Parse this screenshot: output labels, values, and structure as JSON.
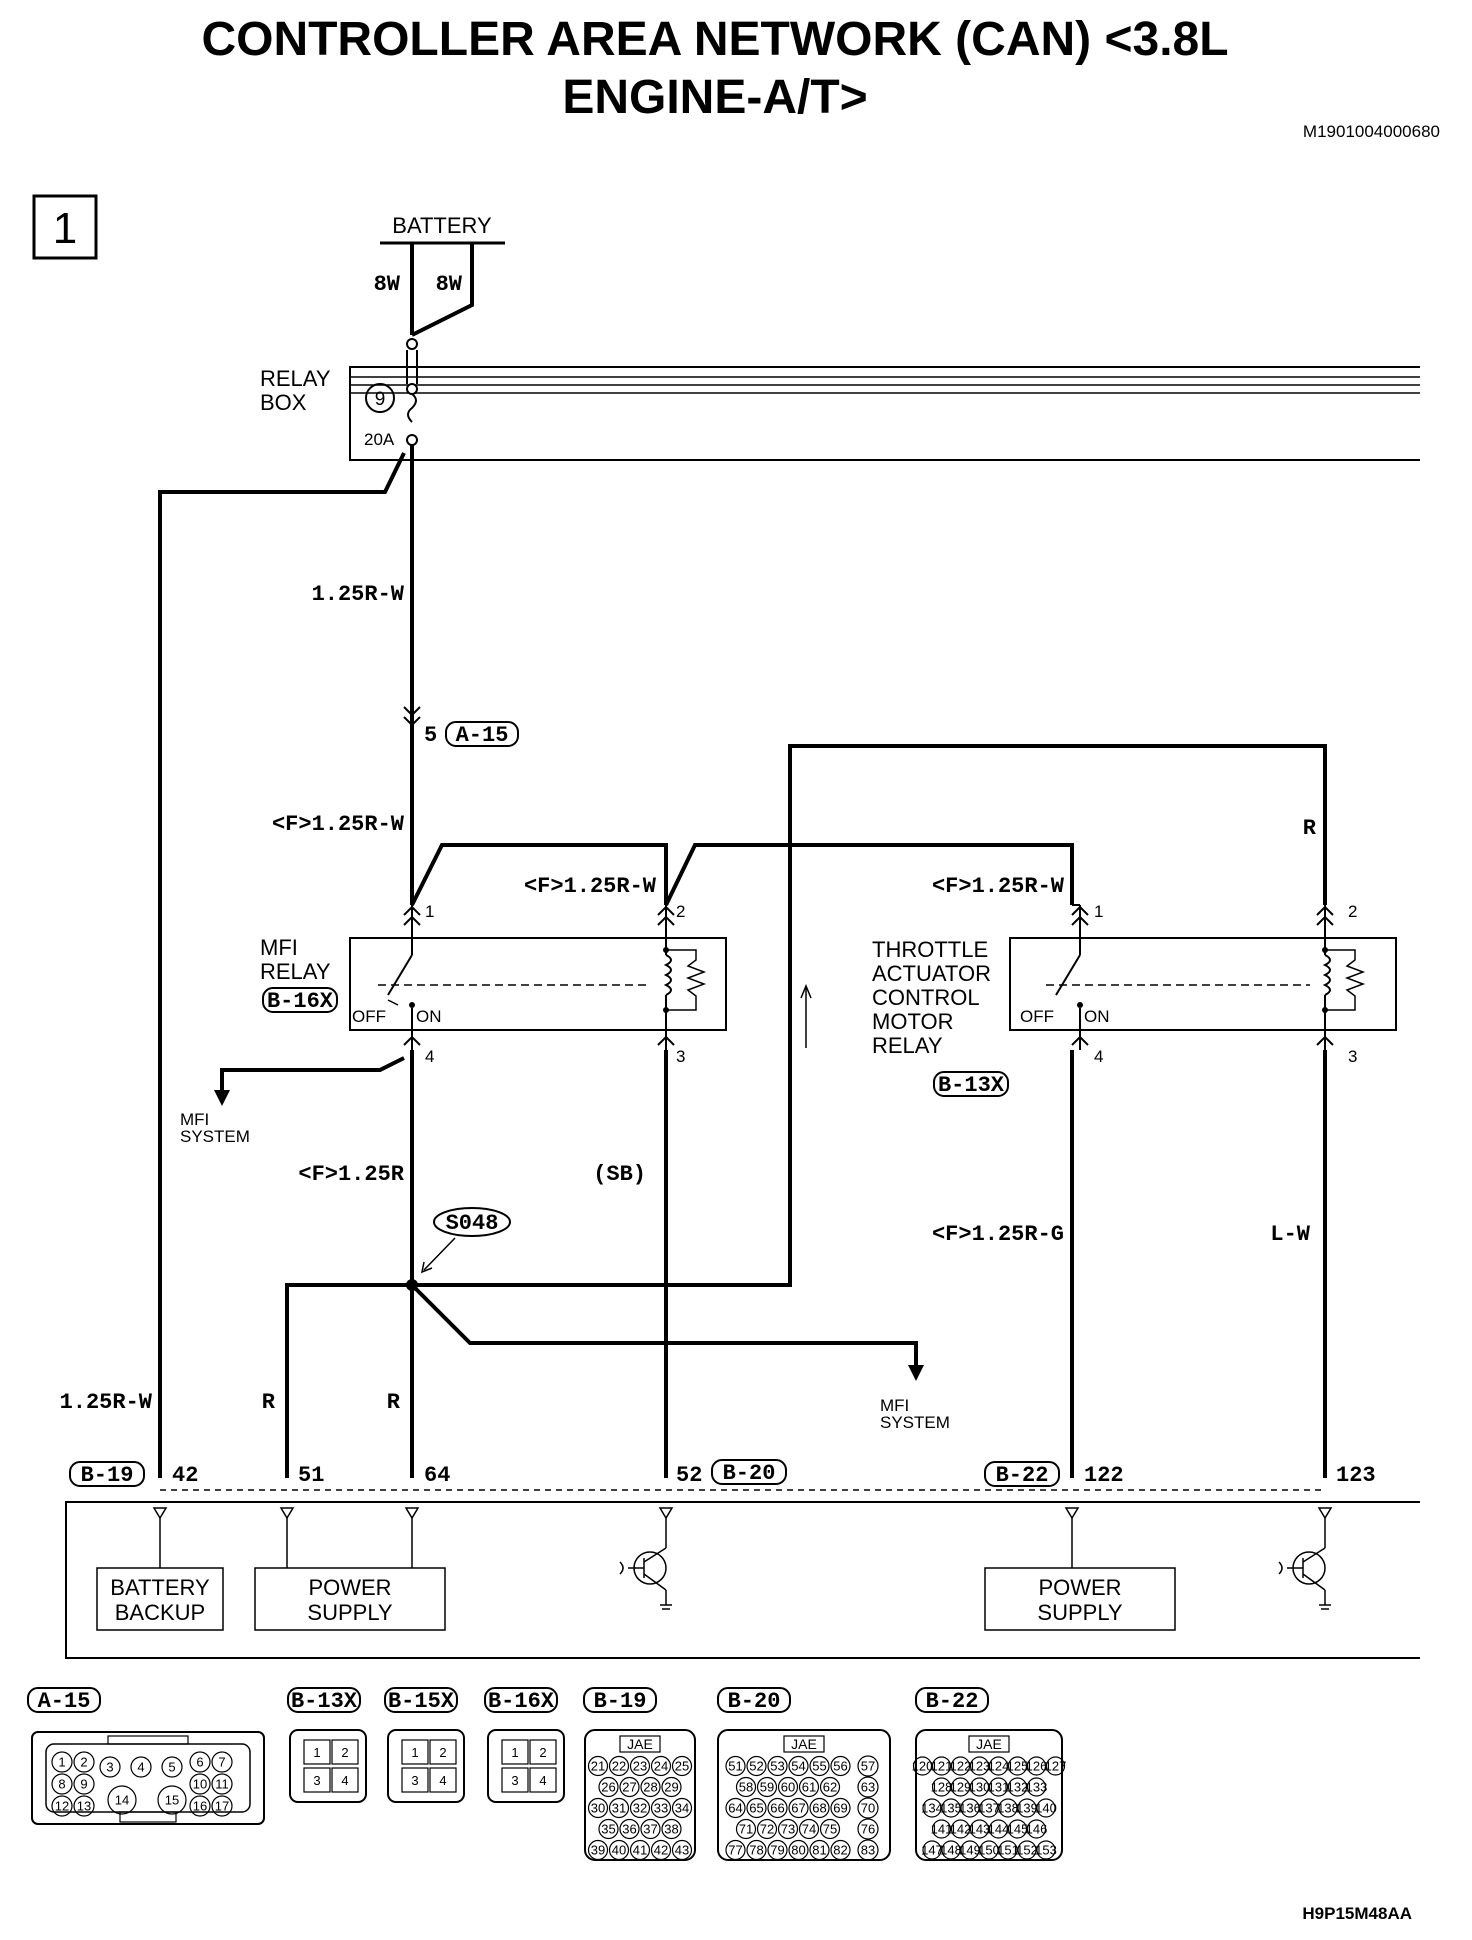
{
  "title_line1": "CONTROLLER AREA NETWORK (CAN) <3.8L",
  "title_line2": "ENGINE-A/T>",
  "doc_id": "M1901004000680",
  "footer_id": "H9P15M48AA",
  "page_number": "1",
  "battery": {
    "label": "BATTERY",
    "wire_left": "8W",
    "wire_right": "8W"
  },
  "relay_box": {
    "label_line1": "RELAY",
    "label_line2": "BOX",
    "fuse_number": "9",
    "fuse_rating": "20A"
  },
  "wires": {
    "main_feed": "1.25R-W",
    "connector_pin": "5",
    "connector_a15": "A-15",
    "mfi_pin1_wire": "<F>1.25R-W",
    "mfi_pin2_wire": "<F>1.25R-W",
    "tac_pin1_wire": "<F>1.25R-W",
    "tac_pin2_wire": "R",
    "mfi_out_wire": "<F>1.25R",
    "mfi_coil_out_wire": "(SB)",
    "tac_out_wire": "<F>1.25R-G",
    "tac_coil_out_wire": "L-W",
    "backup_wire": "1.25R-W",
    "branch_r1": "R",
    "branch_r2": "R"
  },
  "mfi_relay": {
    "label_line1": "MFI",
    "label_line2": "RELAY",
    "connector": "B-16X",
    "pin1": "1",
    "pin2": "2",
    "pin3": "3",
    "pin4": "4",
    "off": "OFF",
    "on": "ON"
  },
  "tac_relay": {
    "label_line1": "THROTTLE",
    "label_line2": "ACTUATOR",
    "label_line3": "CONTROL",
    "label_line4": "MOTOR",
    "label_line5": "RELAY",
    "connector": "B-13X",
    "pin1": "1",
    "pin2": "2",
    "pin3": "3",
    "pin4": "4",
    "off": "OFF",
    "on": "ON"
  },
  "mfi_system_1": {
    "line1": "MFI",
    "line2": "SYSTEM"
  },
  "mfi_system_2": {
    "line1": "MFI",
    "line2": "SYSTEM"
  },
  "splice": "S048",
  "ecu": {
    "connector_b19": "B-19",
    "connector_b20": "B-20",
    "connector_b22": "B-22",
    "pin_42": "42",
    "pin_51": "51",
    "pin_64": "64",
    "pin_52": "52",
    "pin_122": "122",
    "pin_123": "123",
    "battery_backup_line1": "BATTERY",
    "battery_backup_line2": "BACKUP",
    "power_supply1_line1": "POWER",
    "power_supply1_line2": "SUPPLY",
    "power_supply2_line1": "POWER",
    "power_supply2_line2": "SUPPLY"
  },
  "connectors": {
    "a15": "A-15",
    "b13x": "B-13X",
    "b15x": "B-15X",
    "b16x": "B-16X",
    "b19": "B-19",
    "b20": "B-20",
    "b22": "B-22",
    "jae": "JAE",
    "a15_pins": [
      "1",
      "2",
      "3",
      "4",
      "5",
      "6",
      "7",
      "8",
      "9",
      "10",
      "11",
      "12",
      "13",
      "14",
      "15",
      "16",
      "17"
    ],
    "relay_pins": [
      "1",
      "2",
      "3",
      "4"
    ],
    "b19_pins": [
      "21",
      "22",
      "23",
      "24",
      "25",
      "26",
      "27",
      "28",
      "29",
      "30",
      "31",
      "32",
      "33",
      "34",
      "35",
      "36",
      "37",
      "38",
      "39",
      "40",
      "41",
      "42",
      "43"
    ],
    "b20_pins": [
      "51",
      "52",
      "53",
      "54",
      "55",
      "56",
      "57",
      "58",
      "59",
      "60",
      "61",
      "62",
      "63",
      "64",
      "65",
      "66",
      "67",
      "68",
      "69",
      "70",
      "71",
      "72",
      "73",
      "74",
      "75",
      "76",
      "77",
      "78",
      "79",
      "80",
      "81",
      "82",
      "83"
    ],
    "b22_pins": [
      "120",
      "121",
      "122",
      "123",
      "124",
      "125",
      "126",
      "127",
      "128",
      "129",
      "130",
      "131",
      "132",
      "133",
      "134",
      "135",
      "136",
      "137",
      "138",
      "139",
      "140",
      "141",
      "142",
      "143",
      "144",
      "145",
      "146",
      "147",
      "148",
      "149",
      "150",
      "151",
      "152",
      "153"
    ]
  }
}
